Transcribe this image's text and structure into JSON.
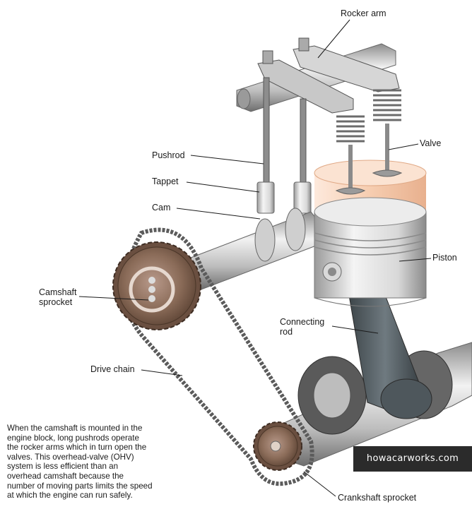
{
  "labels": {
    "rocker_arm": "Rocker arm",
    "valve": "Valve",
    "pushrod": "Pushrod",
    "tappet": "Tappet",
    "cam": "Cam",
    "piston": "Piston",
    "camshaft_sprocket": "Camshaft\nsprocket",
    "connecting_rod": "Connecting\nrod",
    "drive_chain": "Drive chain",
    "crankshaft_sprocket": "Crankshaft sprocket"
  },
  "caption": "When the camshaft is mounted in the\nengine block, long pushrods operate\nthe rocker arms which in turn open the\nvalves. This overhead-valve (OHV)\nsystem is less efficient than an\noverhead camshaft because the\nnumber of moving parts limits the speed\nat which the engine can run safely.",
  "watermark": "howacarworks.com",
  "colors": {
    "metal_light": "#e6e6e6",
    "metal_dark": "#7a7a7a",
    "sprocket": "#8a6b58",
    "rod": "#4a5358",
    "cylinder_glow": "#f3c9a8",
    "chain": "#5b5b5b"
  }
}
